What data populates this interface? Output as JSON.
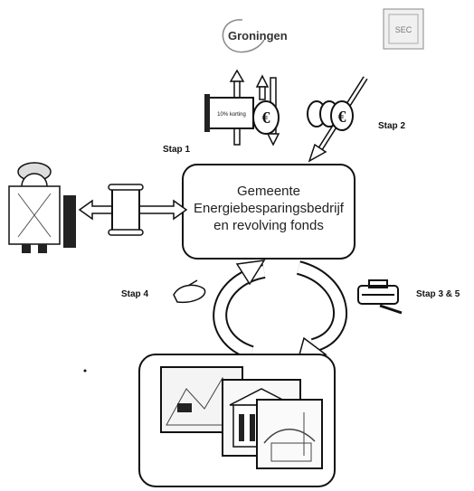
{
  "logos": {
    "groningen_text": "Groningen",
    "partner_logo_text": "SEC"
  },
  "center_box": {
    "line1": "Gemeente",
    "line2": "Energiebesparingsbedrijf",
    "line3": "en revolving fonds"
  },
  "steps": {
    "stap1": "Stap 1",
    "stap2": "Stap 2",
    "stap4": "Stap 4",
    "stap35": "Stap 3 & 5"
  },
  "sign_text": "10% korting",
  "euro_symbol": "€"
}
